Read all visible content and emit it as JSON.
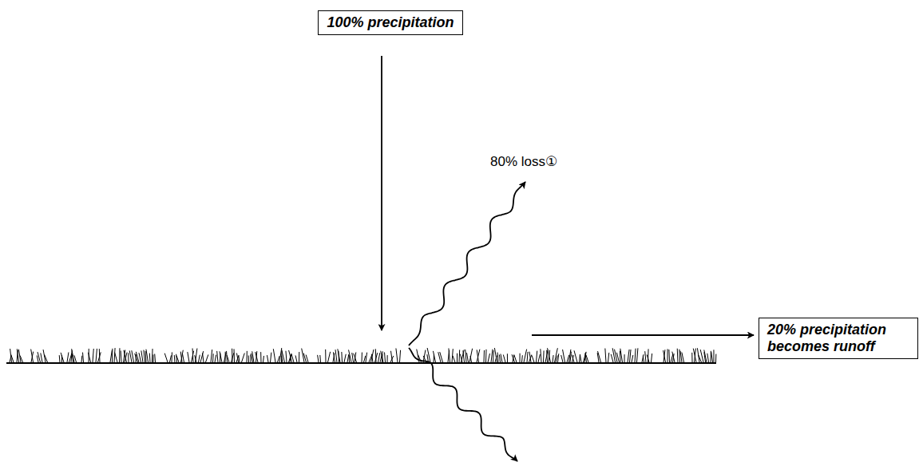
{
  "diagram": {
    "nodes": [
      {
        "text": [
          "100% precipitation"
        ]
      },
      {
        "text": [
          "20% precipitation becomes runoff"
        ]
      }
    ],
    "labels": [
      "80% loss①"
    ]
  }
}
